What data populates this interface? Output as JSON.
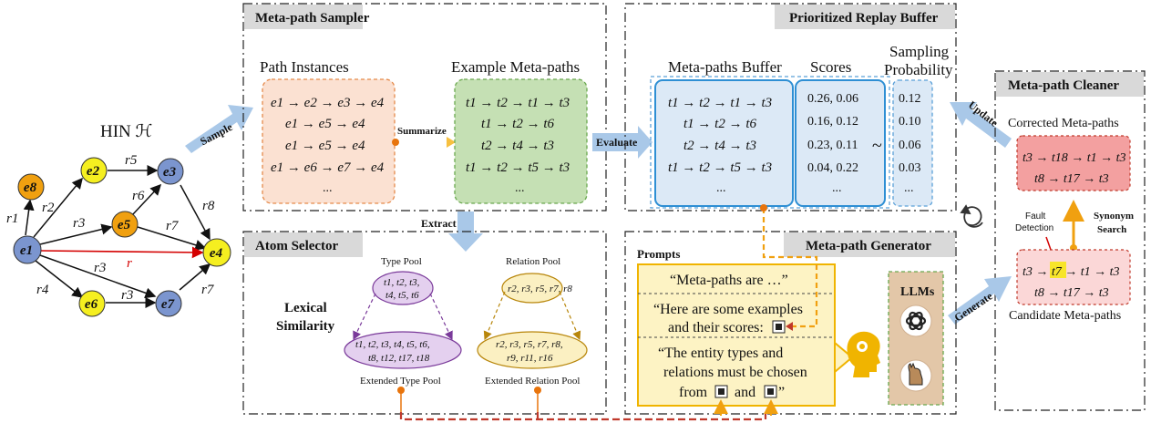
{
  "hin": {
    "title": "HIN ℋ",
    "nodes": [
      "e1",
      "e2",
      "e3",
      "e4",
      "e5",
      "e6",
      "e7",
      "e8"
    ],
    "edge_labels": [
      "r1",
      "r2",
      "r3",
      "r4",
      "r5",
      "r6",
      "r3",
      "r7",
      "r8",
      "r",
      "r3",
      "r7"
    ]
  },
  "arrows": {
    "sample": "Sample",
    "summarize": "Summarize",
    "extract": "Extract",
    "evaluate": "Evaluate",
    "update": "Update",
    "generate": "Generate"
  },
  "sampler": {
    "title": "Meta-path Sampler",
    "instances_title": "Path Instances",
    "instances": [
      "e1 → e2 → e3 → e4",
      "e1 → e5 → e4",
      "e1 → e5 → e4",
      "e1 → e6 → e7 → e4"
    ],
    "meta_title": "Example Meta-paths",
    "meta": [
      "t1 → t2 → t1 → t3",
      "t1 → t2 → t6",
      "t2 → t4 → t3",
      "t1 → t2 → t5 → t3"
    ],
    "ellipsis": "..."
  },
  "buffer": {
    "title": "Prioritized Replay Buffer",
    "meta_title": "Meta-paths Buffer",
    "meta": [
      "t1 → t2 → t1 → t3",
      "t1 → t2 → t6",
      "t2 → t4 → t3",
      "t1 → t2 → t5 → t3"
    ],
    "scores_title": "Scores",
    "scores": [
      "0.26, 0.06",
      "0.16, 0.12",
      "0.23, 0.11",
      "0.04, 0.22"
    ],
    "prob_title": [
      "Sampling",
      "Probability"
    ],
    "probs": [
      "0.12",
      "0.10",
      "0.06",
      "0.03"
    ],
    "tilde": "~",
    "ellipsis": "..."
  },
  "cleaner": {
    "title": "Meta-path Cleaner",
    "corrected_title": "Corrected Meta-paths",
    "corrected": [
      "t3 → t18 → t1 → t3",
      "t8 → t17 → t3"
    ],
    "fault": [
      "Fault",
      "Detection"
    ],
    "synonym": [
      "Synonym",
      "Search"
    ],
    "candidate": [
      "t3 → t7 → t1 → t3",
      "t8 → t17 → t3"
    ],
    "candidate_title": "Candidate Meta-paths"
  },
  "selector": {
    "title": "Atom Selector",
    "type_pool": "Type Pool",
    "type_pool_items": [
      "t1, t2, t3,",
      "t4, t5, t6"
    ],
    "relation_pool": "Relation Pool",
    "relation_pool_items": [
      "r2, r3, r5, r7, r8"
    ],
    "lexical": [
      "Lexical",
      "Similarity"
    ],
    "ext_type_items": [
      "t1, t2, t3, t4, t5, t6,",
      "t8, t12, t17, t18"
    ],
    "ext_rel_items": [
      "r2, r3, r5, r7, r8,",
      "r9, r11, r16"
    ],
    "ext_type": "Extended Type Pool",
    "ext_rel": "Extended Relation Pool"
  },
  "generator": {
    "title": "Meta-path Generator",
    "prompts_title": "Prompts",
    "prompt1": "“Meta-paths are …”",
    "prompt2": [
      "“Here are some examples",
      "and their scores:"
    ],
    "prompt3": [
      "“The entity types and",
      "relations must be chosen",
      "from",
      "and",
      "”"
    ],
    "llms": "LLMs"
  }
}
